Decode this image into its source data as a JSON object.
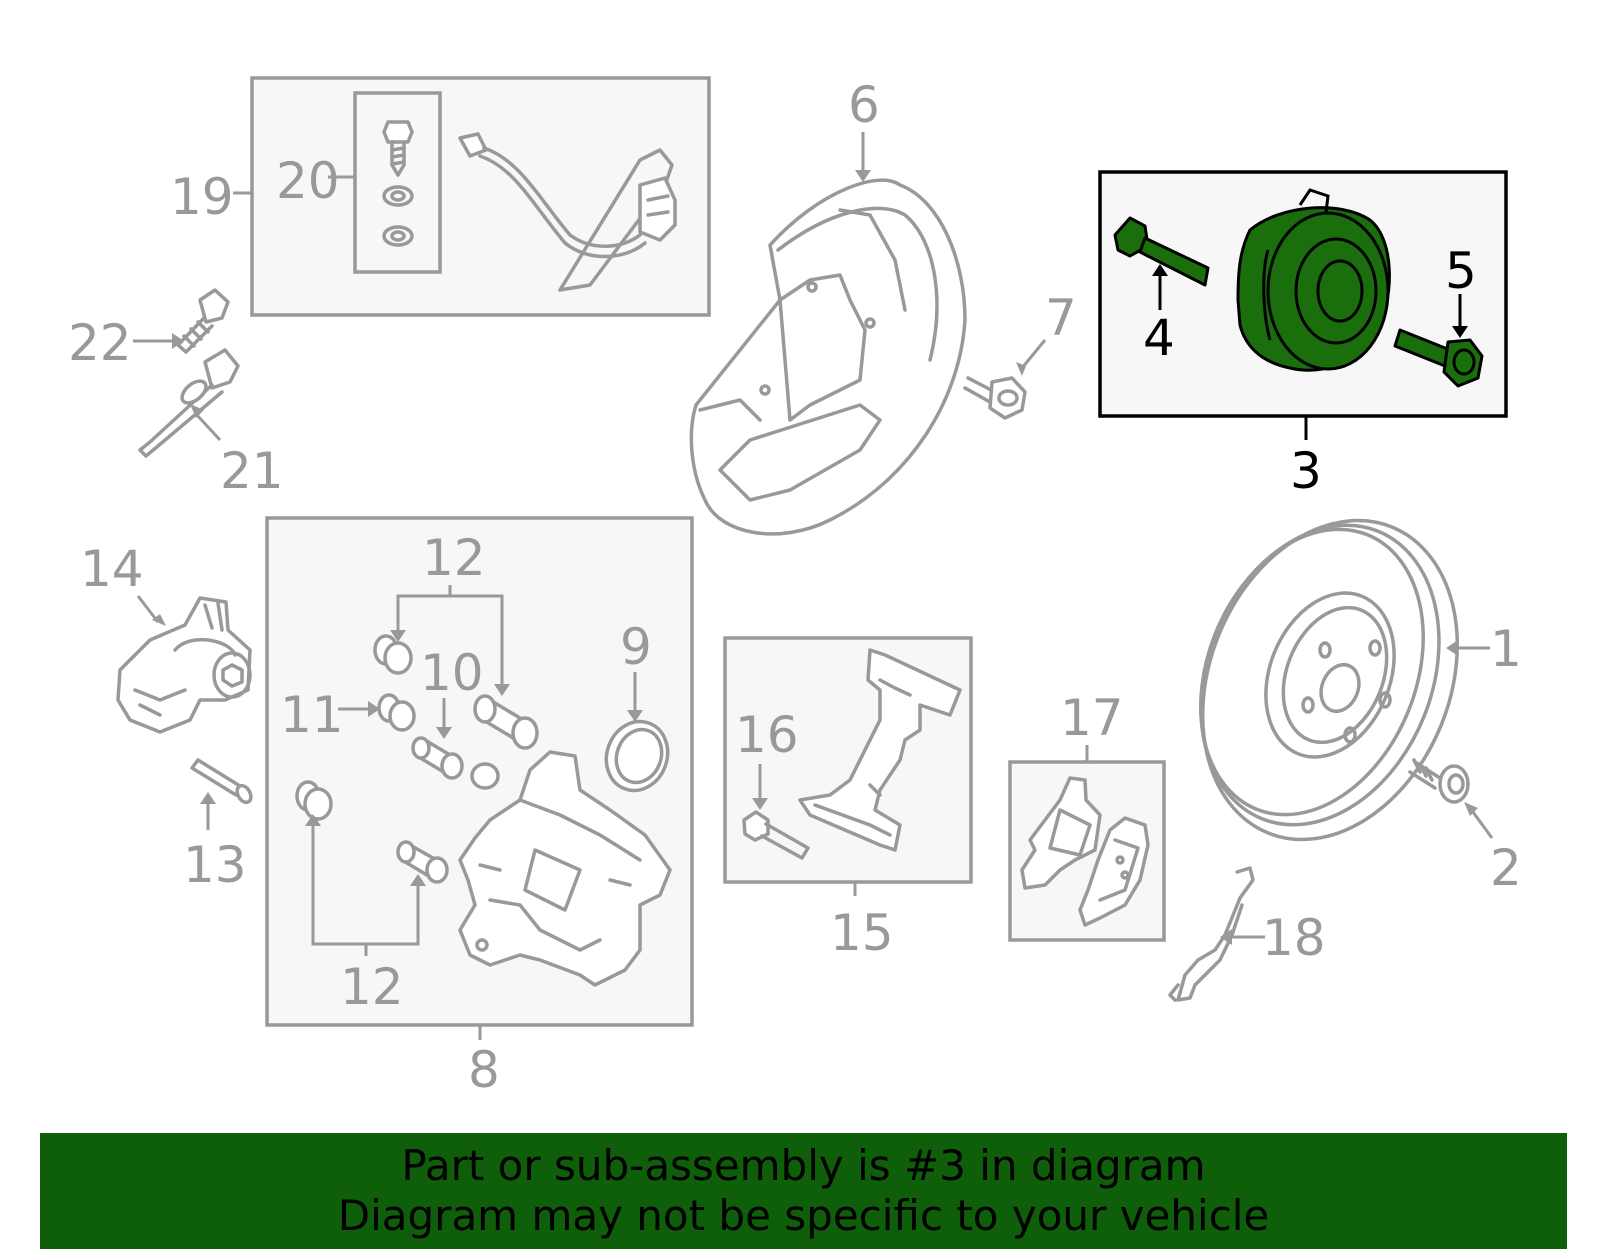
{
  "labels": {
    "p1": "1",
    "p2": "2",
    "p3": "3",
    "p4": "4",
    "p5": "5",
    "p6": "6",
    "p7": "7",
    "p8": "8",
    "p9": "9",
    "p10": "10",
    "p11": "11",
    "p12": "12",
    "p13": "13",
    "p14": "14",
    "p15": "15",
    "p16": "16",
    "p17": "17",
    "p18": "18",
    "p19": "19",
    "p20": "20",
    "p21": "21",
    "p22": "22"
  },
  "colors": {
    "highlight": "#1a6e0c",
    "banner": "#0f5e0a",
    "part_line": "#999999",
    "active_outline": "#000000"
  },
  "banner": {
    "line1": "Part or sub-assembly is #3 in diagram",
    "line2": "Diagram may not be specific to your vehicle"
  }
}
